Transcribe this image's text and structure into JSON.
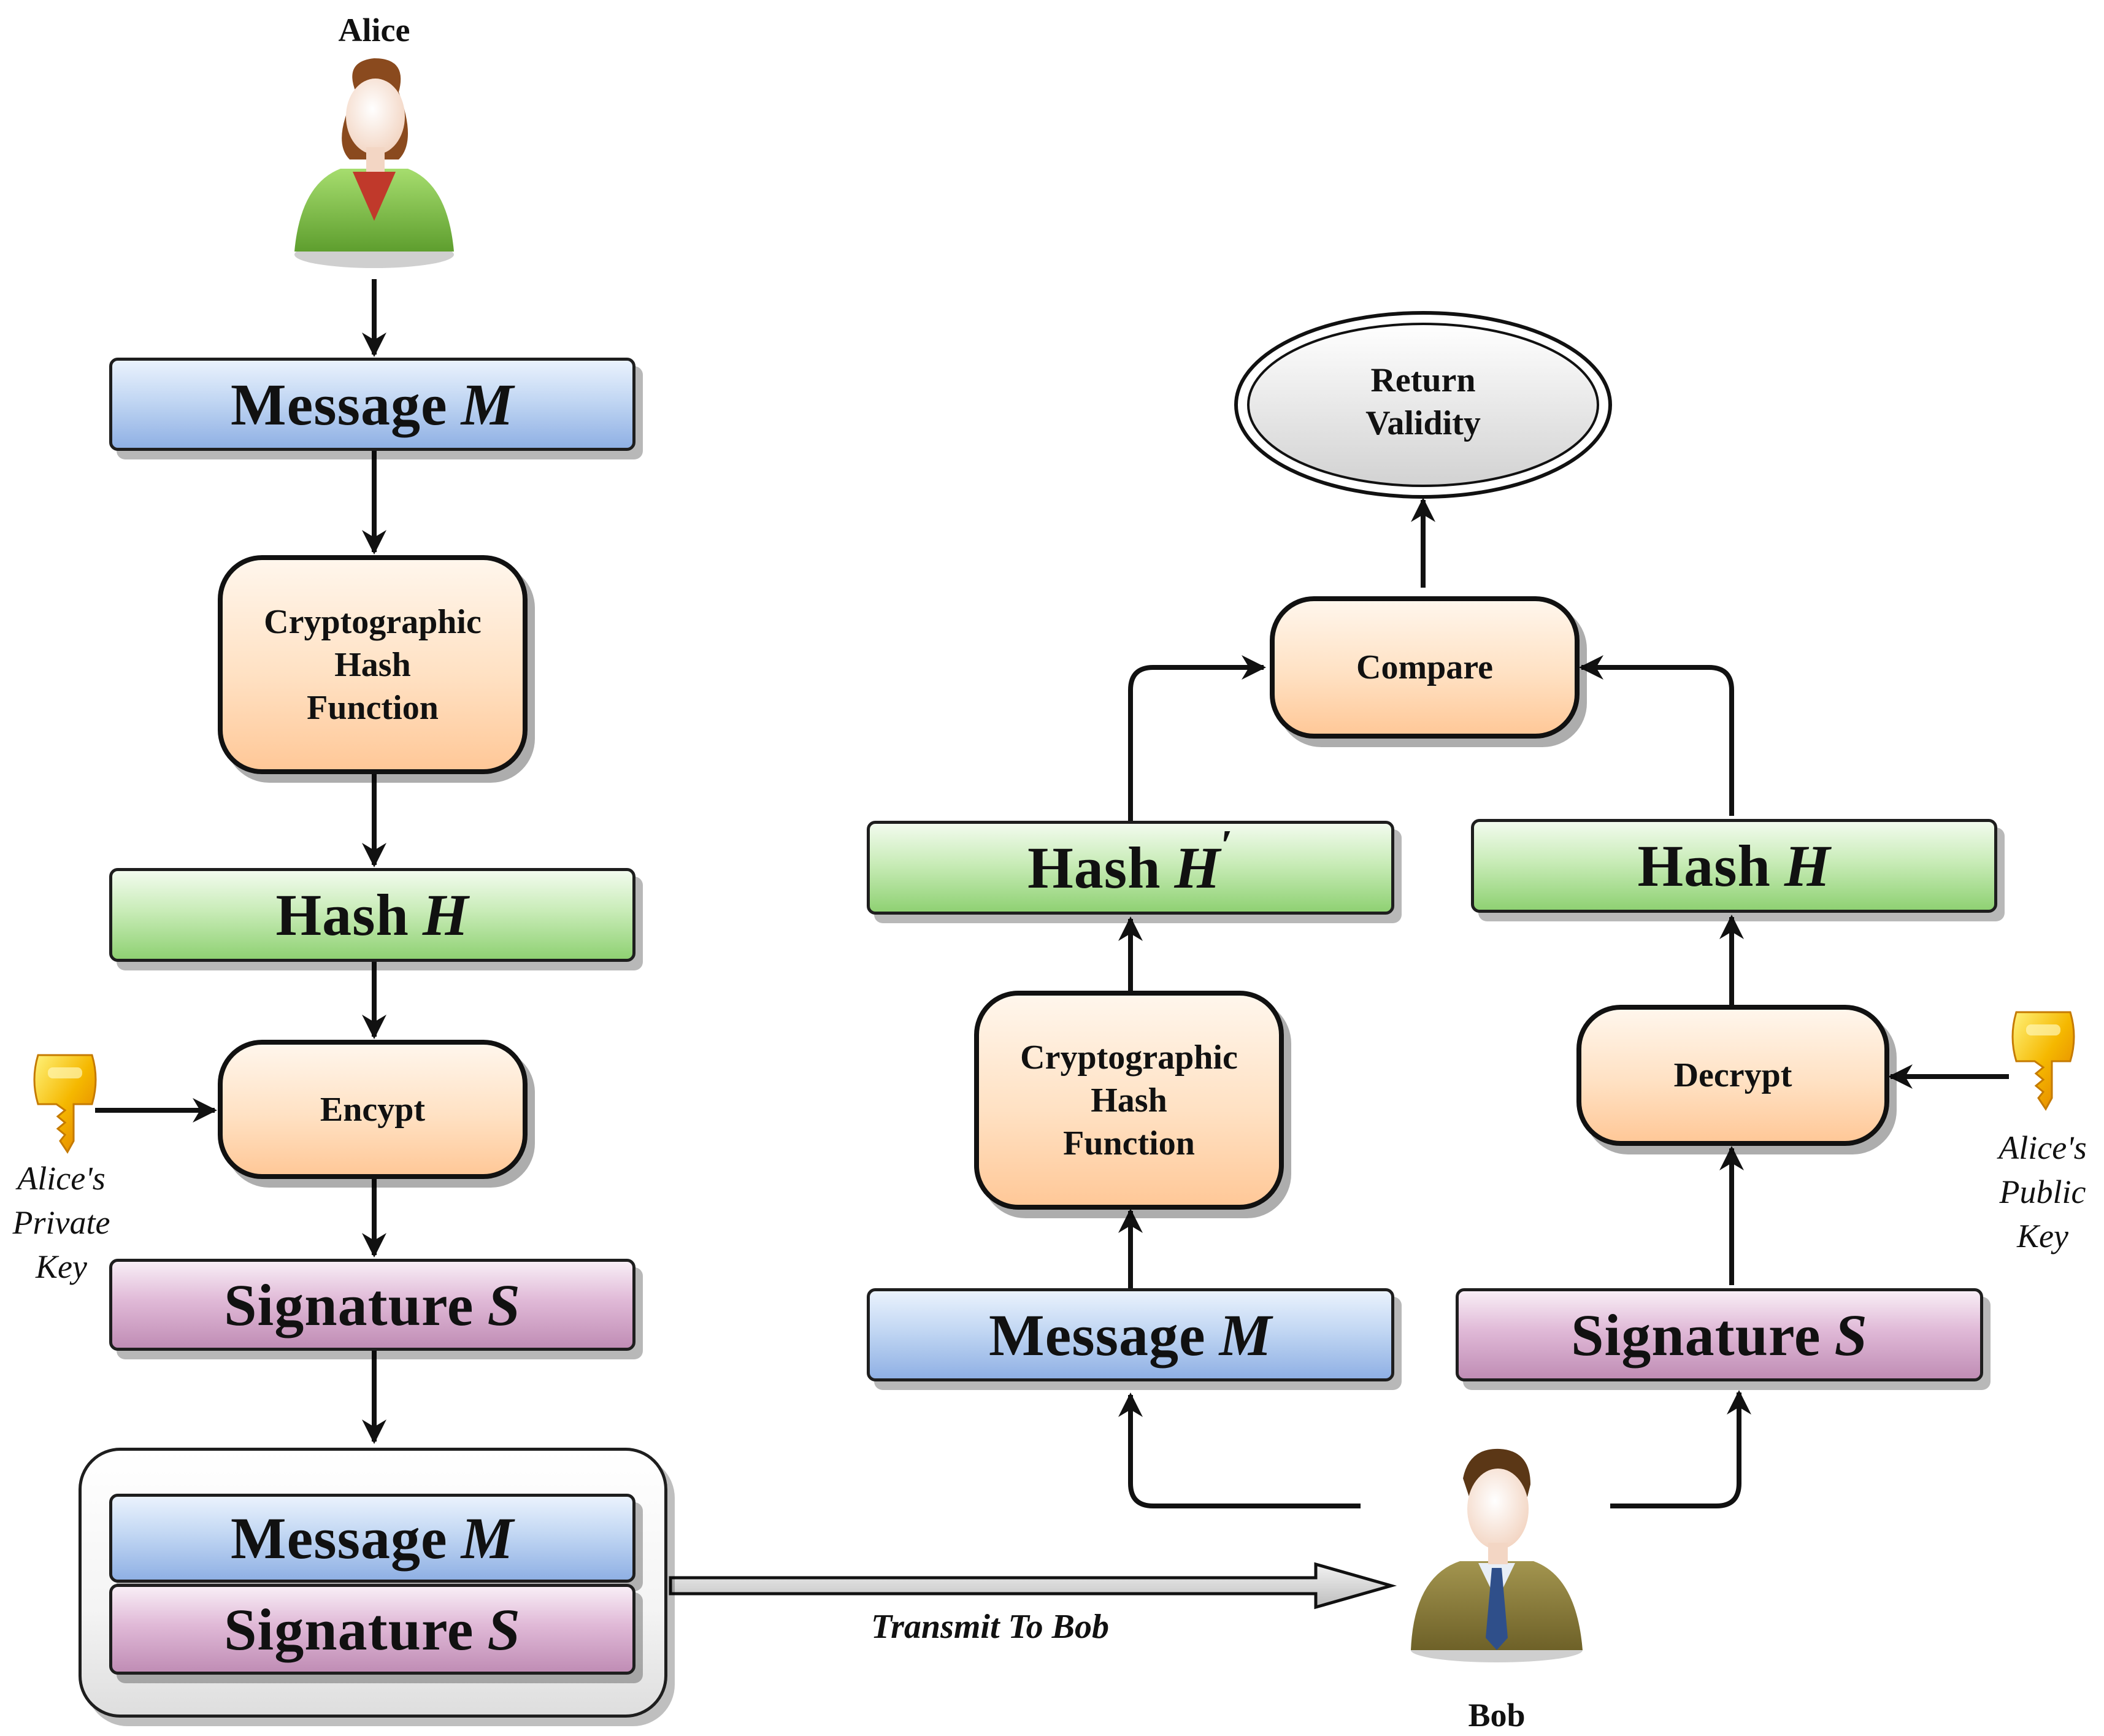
{
  "sender": {
    "name": "Alice",
    "message_label": "Message",
    "message_var": "M",
    "hash_fn_lines": [
      "Cryptographic",
      "Hash",
      "Function"
    ],
    "hash_label": "Hash",
    "hash_var": "H",
    "encrypt_label": "Encypt",
    "signature_label": "Signature",
    "signature_var": "S",
    "key_label_lines": [
      "Alice's",
      "Private",
      "Key"
    ]
  },
  "bundle": {
    "message_label": "Message",
    "message_var": "M",
    "signature_label": "Signature",
    "signature_var": "S"
  },
  "transmit_label": "Transmit To Bob",
  "receiver": {
    "name": "Bob",
    "message_label": "Message",
    "message_var": "M",
    "hash_fn_lines": [
      "Cryptographic",
      "Hash",
      "Function"
    ],
    "hash_prime_label": "Hash",
    "hash_prime_var": "H",
    "hash_prime_mark": "′",
    "signature_label": "Signature",
    "signature_var": "S",
    "decrypt_label": "Decrypt",
    "hash_label": "Hash",
    "hash_var": "H",
    "key_label_lines": [
      "Alice's",
      "Public",
      "Key"
    ],
    "compare_label": "Compare",
    "result_lines": [
      "Return",
      "Validity"
    ]
  },
  "colors": {
    "message": "#a9c4ec",
    "hash": "#aee19a",
    "signature": "#d6a6cb",
    "process": "#ffd8b0",
    "key": "#f5b800",
    "alice_suit": "#7cc24a",
    "bob_suit": "#8a7a3a"
  }
}
